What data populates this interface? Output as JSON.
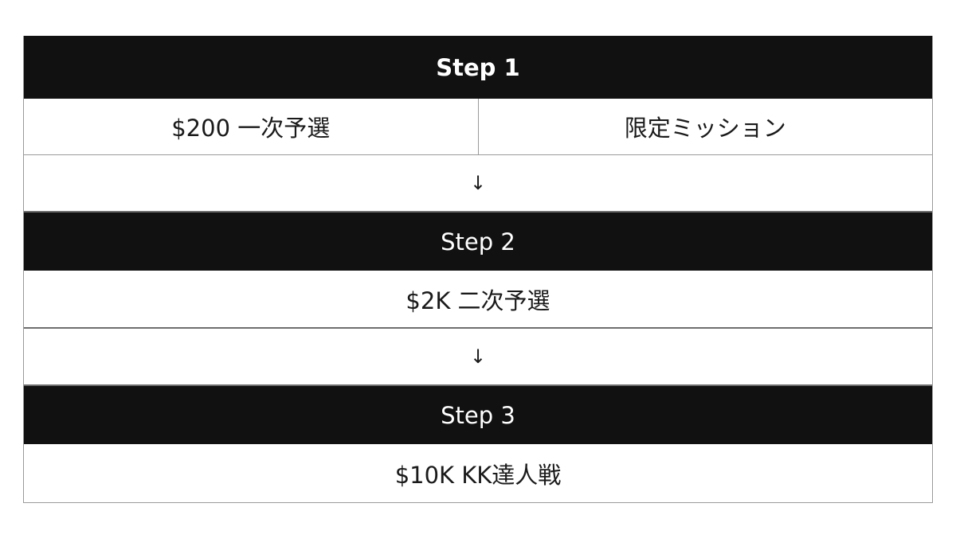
{
  "steps": [
    {
      "title": "Step 1",
      "items": [
        "$200 一次予選",
        "限定ミッション"
      ]
    },
    {
      "title": "Step 2",
      "items": [
        "$2K 二次予選"
      ]
    },
    {
      "title": "Step 3",
      "items": [
        "$10K KK達人戦"
      ]
    }
  ],
  "arrow_symbol": "↓",
  "colors": {
    "header_bg": "#111111",
    "header_text": "#ffffff",
    "body_text": "#1a1a1a",
    "border": "#9a9a9a"
  }
}
